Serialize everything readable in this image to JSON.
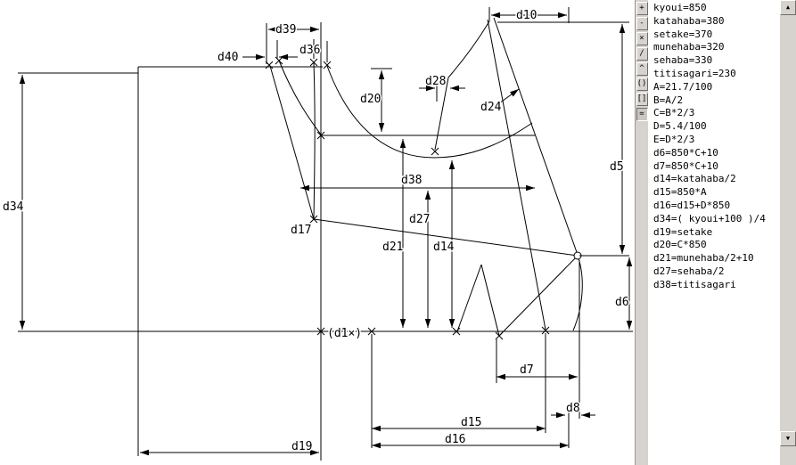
{
  "drawing": {
    "labels": {
      "d34": "d34",
      "d39": "d39",
      "d40": "d40",
      "d36": "d36",
      "d20": "d20",
      "d28": "d28",
      "d24": "d24",
      "d10": "d10",
      "d5": "d5",
      "d38": "d38",
      "d27": "d27",
      "d21": "d21",
      "d14": "d14",
      "d17": "d17",
      "d6": "d6",
      "d7": "d7",
      "d8": "d8",
      "d15": "d15",
      "d16": "d16",
      "d19": "d19",
      "waist_point": "(d1×)"
    }
  },
  "toolbar": {
    "buttons": [
      "+",
      "-",
      "×",
      "/",
      "^",
      "()",
      "[]",
      "="
    ]
  },
  "variables": {
    "lines": [
      "kyoui=850",
      "katahaba=380",
      "setake=370",
      "munehaba=320",
      "sehaba=330",
      "titisagari=230",
      "A=21.7/100",
      "B=A/2",
      "C=B*2/3",
      "D=5.4/100",
      "E=D*2/3",
      "d6=850*C+10",
      "d7=850*C+10",
      "d14=katahaba/2",
      "d15=850*A",
      "d16=d15+D*850",
      "d34=( kyoui+100 )/4",
      "d19=setake",
      "d20=C*850",
      "d21=munehaba/2+10",
      "d27=sehaba/2",
      "d38=titisagari"
    ]
  },
  "icons": {
    "scroll_up_icon": "▲",
    "scroll_down_icon": "▼"
  },
  "colors": {
    "toolbar_bg": "#d6d3ce",
    "line_ink": "#000000"
  }
}
